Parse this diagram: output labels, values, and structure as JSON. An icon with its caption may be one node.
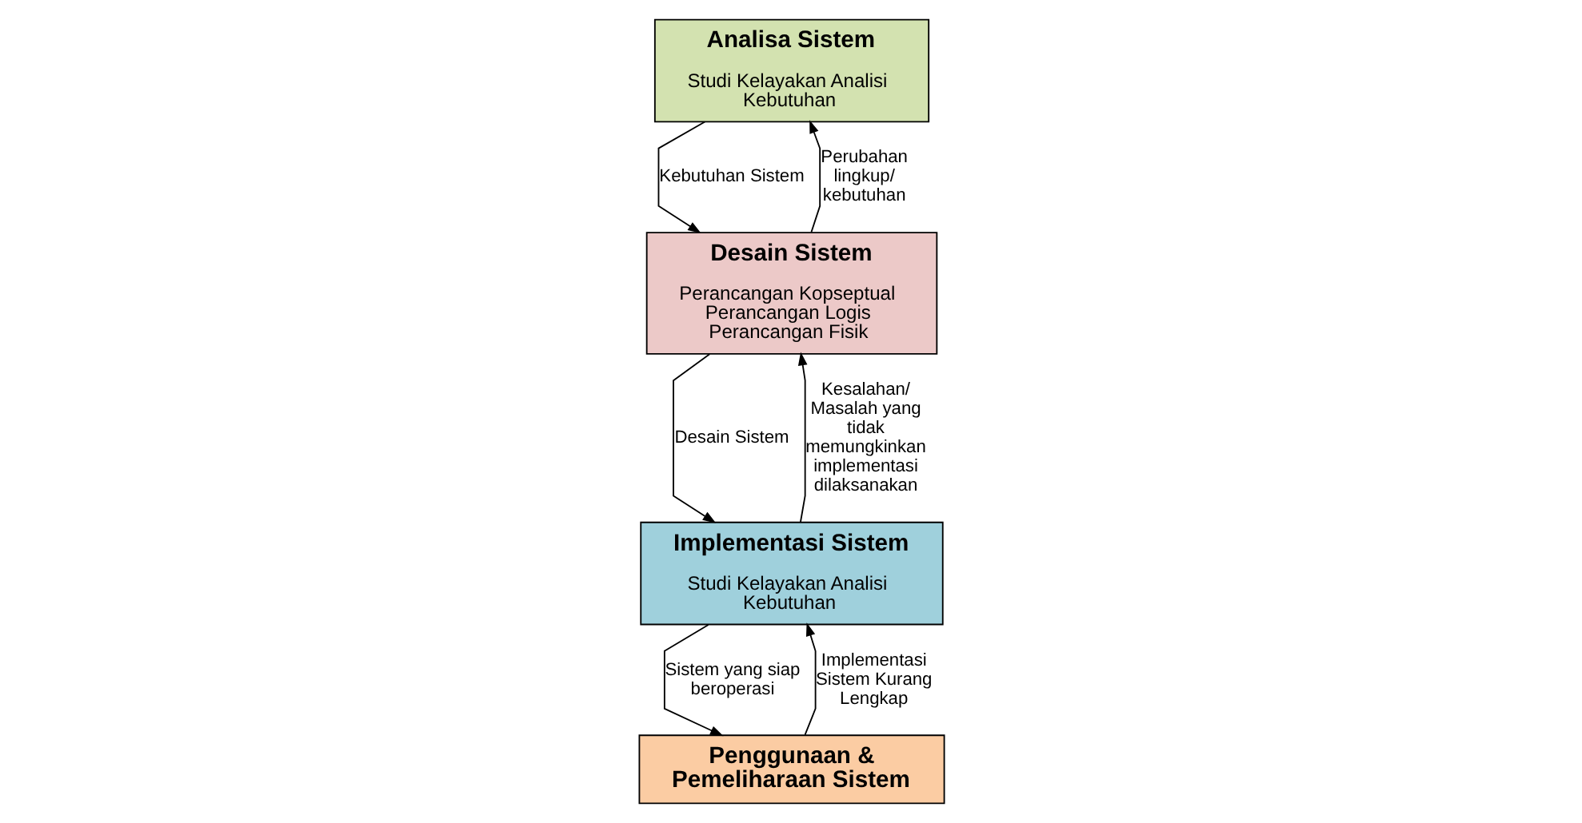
{
  "diagram": {
    "nodes": [
      {
        "text": [
          "Analisa Sistem",
          "Studi Kelayakan Analisi Kebutuhan"
        ]
      },
      {
        "text": [
          "Desain Sistem",
          "Perancangan Kopseptual Perancangan Logis Perancangan Fisik"
        ]
      },
      {
        "text": [
          "Implementasi Sistem",
          "Studi Kelayakan Analisi Kebutuhan"
        ]
      },
      {
        "text": [
          "Penggunaan & Pemeliharaan Sistem"
        ]
      }
    ],
    "edges": [
      {
        "from": 0,
        "to": 1,
        "arrow": "to",
        "label": "Kebutuhan Sistem"
      },
      {
        "from": 1,
        "to": 0,
        "arrow": "to",
        "label": "Perubahan lingkup/ kebutuhan"
      },
      {
        "from": 1,
        "to": 2,
        "arrow": "to",
        "label": "Desain Sistem"
      },
      {
        "from": 2,
        "to": 1,
        "arrow": "to",
        "label": "Kesalahan/ Masalah yang tidak memungkinkan implementasi dilaksanakan"
      },
      {
        "from": 2,
        "to": 3,
        "arrow": "to",
        "label": "Sistem yang siap beroperasi"
      },
      {
        "from": 3,
        "to": 2,
        "arrow": "to",
        "label": "Implementasi Sistem Kurang Lengkap"
      }
    ]
  }
}
